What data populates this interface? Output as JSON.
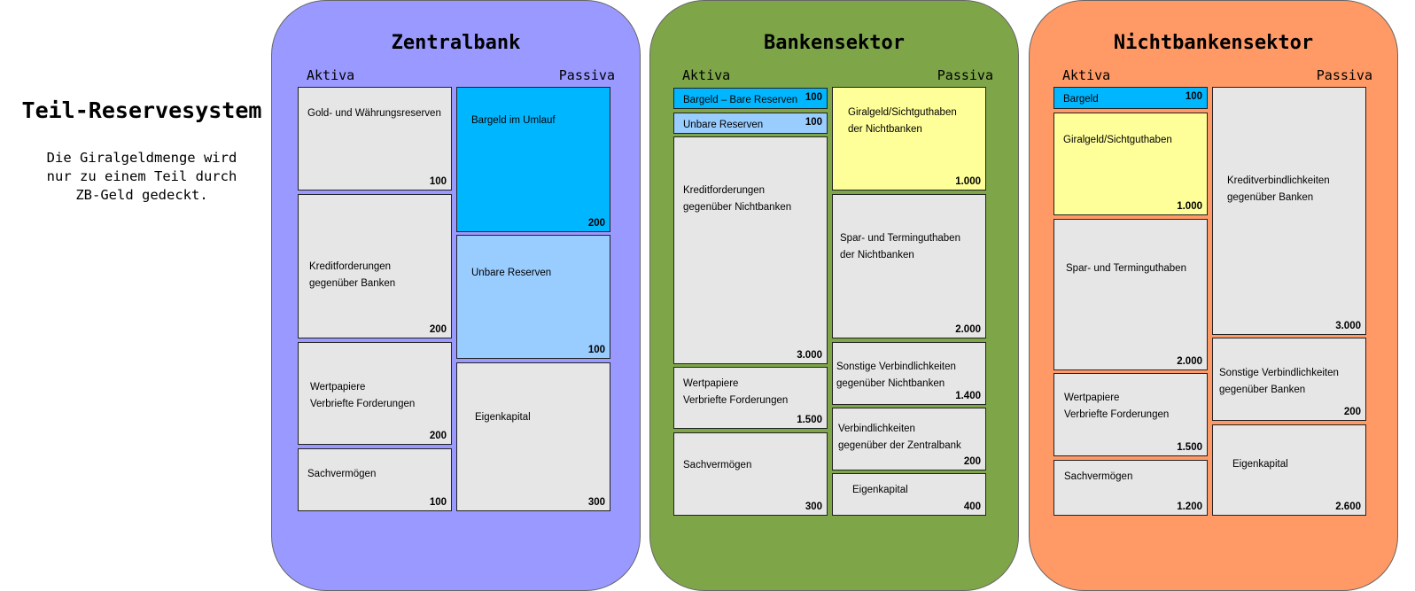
{
  "intro": {
    "title": "Teil-Reservesystem",
    "text_lines": [
      "Die Giralgeldmenge wird",
      "nur zu einem Teil durch",
      "ZB-Geld gedeckt."
    ]
  },
  "colors": {
    "zentralbank_bg": "#9999ff",
    "bankensektor_bg": "#7ea649",
    "nichtbankensektor_bg": "#ff9966",
    "box_grey": "#e6e6e6",
    "box_cyan": "#00b7ff",
    "box_light_blue": "#99ccff",
    "box_yellow": "#ffff99"
  },
  "sectors": [
    {
      "title": "Zentralbank",
      "aktiva_label": "Aktiva",
      "passiva_label": "Passiva",
      "aktiva": [
        {
          "lines": [
            "Gold- und Währungsreserven"
          ],
          "value": "100",
          "color": "grey"
        },
        {
          "lines": [
            "Kreditforderungen",
            "gegenüber Banken"
          ],
          "value": "200",
          "color": "grey"
        },
        {
          "lines": [
            "Wertpapiere",
            "Verbriefte Forderungen"
          ],
          "value": "200",
          "color": "grey"
        },
        {
          "lines": [
            "Sachvermögen"
          ],
          "value": "100",
          "color": "grey"
        }
      ],
      "passiva": [
        {
          "lines": [
            "Bargeld im Umlauf"
          ],
          "value": "200",
          "color": "cyan"
        },
        {
          "lines": [
            "Unbare Reserven"
          ],
          "value": "100",
          "color": "light_blue"
        },
        {
          "lines": [
            "Eigenkapital"
          ],
          "value": "300",
          "color": "grey"
        }
      ]
    },
    {
      "title": "Bankensektor",
      "aktiva_label": "Aktiva",
      "passiva_label": "Passiva",
      "aktiva": [
        {
          "lines": [
            "Bargeld – Bare Reserven"
          ],
          "value": "100",
          "color": "cyan"
        },
        {
          "lines": [
            "Unbare Reserven"
          ],
          "value": "100",
          "color": "light_blue"
        },
        {
          "lines": [
            "Kreditforderungen",
            "gegenüber Nichtbanken"
          ],
          "value": "3.000",
          "color": "grey"
        },
        {
          "lines": [
            "Wertpapiere",
            "Verbriefte Forderungen"
          ],
          "value": "1.500",
          "color": "grey"
        },
        {
          "lines": [
            "Sachvermögen"
          ],
          "value": "300",
          "color": "grey"
        }
      ],
      "passiva": [
        {
          "lines": [
            "Giralgeld/Sichtguthaben",
            "der Nichtbanken"
          ],
          "value": "1.000",
          "color": "yellow"
        },
        {
          "lines": [
            "Spar- und Terminguthaben",
            "der Nichtbanken"
          ],
          "value": "2.000",
          "color": "grey"
        },
        {
          "lines": [
            "Sonstige Verbindlichkeiten",
            "gegenüber Nichtbanken"
          ],
          "value": "1.400",
          "color": "grey"
        },
        {
          "lines": [
            "Verbindlichkeiten",
            "gegenüber der Zentralbank"
          ],
          "value": "200",
          "color": "grey"
        },
        {
          "lines": [
            "Eigenkapital"
          ],
          "value": "400",
          "color": "grey"
        }
      ]
    },
    {
      "title": "Nichtbankensektor",
      "aktiva_label": "Aktiva",
      "passiva_label": "Passiva",
      "aktiva": [
        {
          "lines": [
            "Bargeld"
          ],
          "value": "100",
          "color": "cyan"
        },
        {
          "lines": [
            "Giralgeld/Sichtguthaben"
          ],
          "value": "1.000",
          "color": "yellow"
        },
        {
          "lines": [
            "Spar- und Terminguthaben"
          ],
          "value": "2.000",
          "color": "grey"
        },
        {
          "lines": [
            "Wertpapiere",
            "Verbriefte Forderungen"
          ],
          "value": "1.500",
          "color": "grey"
        },
        {
          "lines": [
            "Sachvermögen"
          ],
          "value": "1.200",
          "color": "grey"
        }
      ],
      "passiva": [
        {
          "lines": [
            "Kreditverbindlichkeiten",
            "gegenüber Banken"
          ],
          "value": "3.000",
          "color": "grey"
        },
        {
          "lines": [
            "Sonstige Verbindlichkeiten",
            "gegenüber Banken"
          ],
          "value": "200",
          "color": "grey"
        },
        {
          "lines": [
            "Eigenkapital"
          ],
          "value": "2.600",
          "color": "grey"
        }
      ]
    }
  ]
}
